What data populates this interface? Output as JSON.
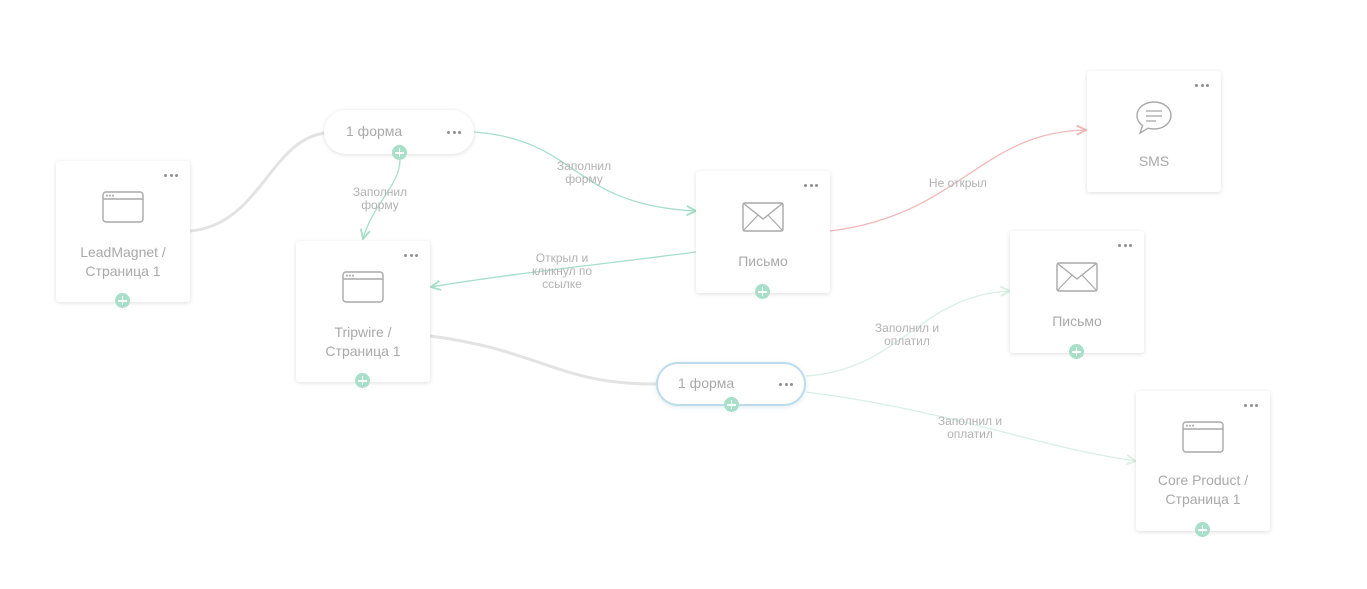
{
  "nodes": {
    "leadmagnet": {
      "line1": "LeadMagnet /",
      "line2": "Страница 1"
    },
    "tripwire": {
      "line1": "Tripwire /",
      "line2": "Страница 1"
    },
    "letter1": {
      "label": "Письмо"
    },
    "sms": {
      "label": "SMS"
    },
    "letter2": {
      "label": "Письмо"
    },
    "core": {
      "line1": "Core Product /",
      "line2": "Страница 1"
    },
    "form1": {
      "label": "1 форма"
    },
    "form2": {
      "label": "1 форма"
    }
  },
  "edge_labels": {
    "zapolnil_formu_1": {
      "line1": "Заполнил",
      "line2": "форму"
    },
    "zapolnil_formu_2": {
      "line1": "Заполнил",
      "line2": "форму"
    },
    "otkryl_kliknul": {
      "line1": "Открыл и",
      "line2": "кликнул по",
      "line3": "ссылке"
    },
    "ne_otkryl": {
      "line1": "Не открыл"
    },
    "zapolnil_oplatil_1": {
      "line1": "Заполнил и",
      "line2": "оплатил"
    },
    "zapolnil_oplatil_2": {
      "line1": "Заполнил и",
      "line2": "оплатил"
    }
  },
  "colors": {
    "node_shadow": "#d9d9d9",
    "label_gray": "#a9a9a9",
    "plus_green": "#a7dfc9",
    "connector_gray": "#e3e3e3",
    "edge_green": "#a6dfca",
    "edge_red": "#f1b7b7",
    "edge_light_green": "#d8efe5",
    "selected_border": "#bcdcec"
  }
}
